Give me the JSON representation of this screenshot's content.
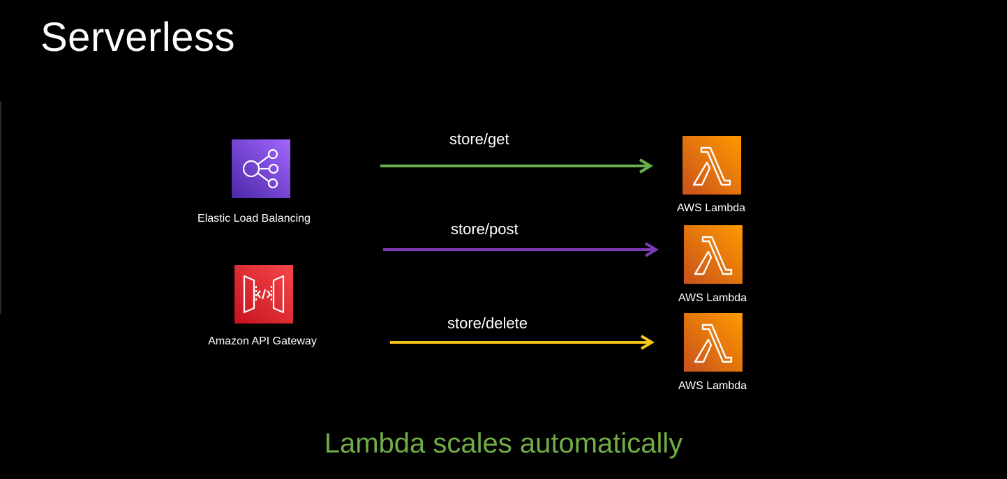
{
  "slide": {
    "title": "Serverless",
    "subtitle": "Lambda scales automatically"
  },
  "colors": {
    "background": "#000000",
    "elb_purple": "#8C4FFF",
    "apigw_red": "#E7157B",
    "lambda_orange": "#ED7100",
    "get_green": "#6AB04C",
    "post_purple": "#7D3CB5",
    "delete_yellow": "#F5C518",
    "subtitle_green": "#70AD47"
  },
  "sources": [
    {
      "icon": "elastic-load-balancing-icon",
      "label": "Elastic Load Balancing"
    },
    {
      "icon": "api-gateway-icon",
      "label": "Amazon API Gateway"
    }
  ],
  "routes": [
    {
      "label": "store/get",
      "color": "#6AB04C"
    },
    {
      "label": "store/post",
      "color": "#7D3CB5"
    },
    {
      "label": "store/delete",
      "color": "#F5C518"
    }
  ],
  "targets": [
    {
      "icon": "aws-lambda-icon",
      "label": "AWS Lambda"
    },
    {
      "icon": "aws-lambda-icon",
      "label": "AWS Lambda"
    },
    {
      "icon": "aws-lambda-icon",
      "label": "AWS Lambda"
    }
  ]
}
